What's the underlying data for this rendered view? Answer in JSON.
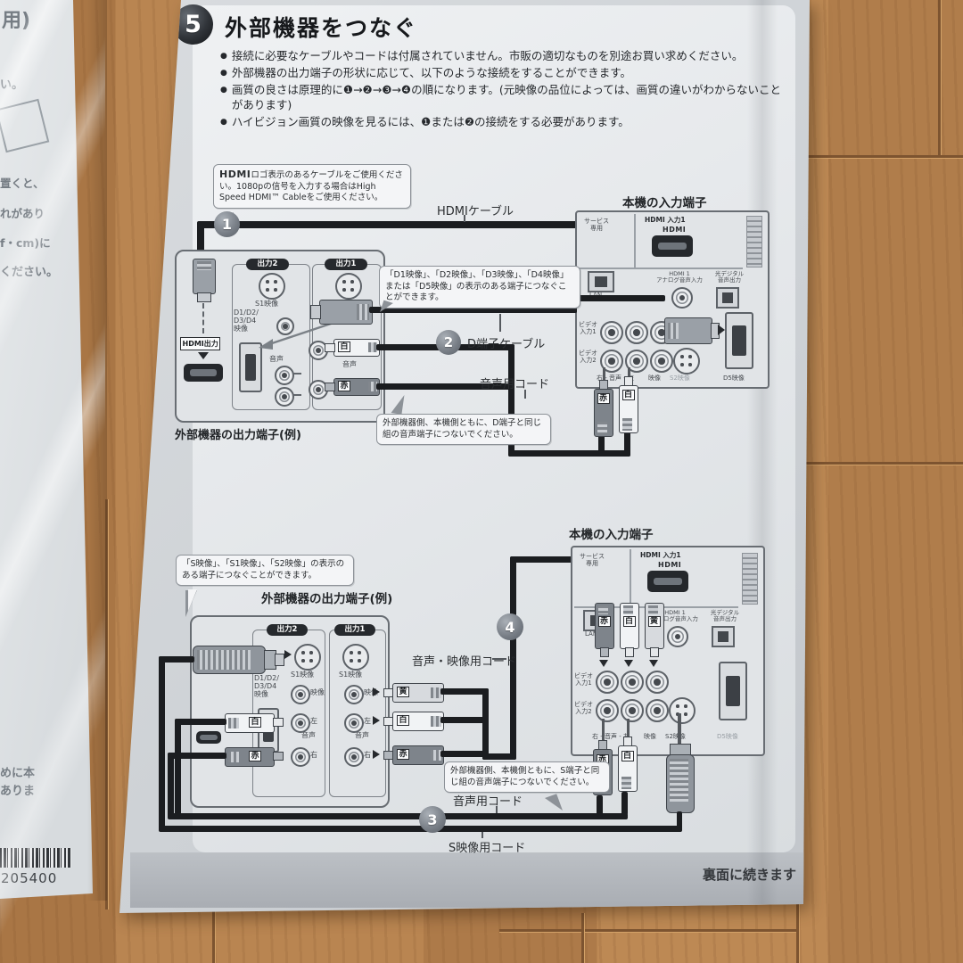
{
  "page": {
    "step": "5",
    "title": "外部機器をつなぐ",
    "footer": "裏面に続きます",
    "bullets": [
      "接続に必要なケーブルやコードは付属されていません。市販の適切なものを別途お買い求めください。",
      "外部機器の出力端子の形状に応じて、以下のような接続をすることができます。",
      "画質の良さは原理的に❶→❷→❸→❹の順になります。(元映像の品位によっては、画質の違いがわからないことがあります)",
      "ハイビジョン画質の映像を見るには、❶または❷の接続をする必要があります。"
    ]
  },
  "steps": {
    "s1": "1",
    "s2": "2",
    "s3": "3",
    "s4": "4"
  },
  "titles": {
    "tv_input": "本機の入力端子",
    "device_output": "外部機器の出力端子(例)"
  },
  "notes": {
    "hdmi_logo": "HDMI",
    "hdmi_rest": "ロゴ表示のあるケーブルをご使用ください。1080pの信号を入力する場合はHigh Speed HDMI™ Cableをご使用ください。",
    "d_callout": "「D1映像」、「D2映像」、「D3映像」、「D4映像」または「D5映像」の表示のある端子につなぐことができます。",
    "d_audio": "外部機器側、本機側ともに、D端子と同じ組の音声端子につないでください。",
    "s_callout": "「S映像」、「S1映像」、「S2映像」の表示のある端子につなぐことができます。",
    "s_audio": "外部機器側、本機側ともに、S端子と同じ組の音声端子につないでください。"
  },
  "cords": {
    "hdmi": "HDMIケーブル",
    "d": "D端子ケーブル",
    "audio": "音声用コード",
    "av": "音声・映像用コード",
    "s": "S映像用コード"
  },
  "device": {
    "out2": "出力2",
    "out1": "出力1",
    "s1": "S1映像",
    "dgroup": "D1/D2/\nD3/D4\n映像",
    "hdmi_out": "HDMI出力",
    "video": "映像",
    "audio": "音声",
    "left": "左",
    "right": "右"
  },
  "tv": {
    "service": "サービス\n専用",
    "hdmi_in": "HDMI 入力1",
    "hdmi_logo": "HDMI",
    "lan": "LAN",
    "analog": "HDMI 1\nアナログ音声入力",
    "optical": "光デジタル\n音声出力",
    "vin1": "ビデオ\n入力1",
    "vin2": "ビデオ\n入力2",
    "row": "右 - 音声 - 左",
    "video": "映像",
    "s2": "S2映像",
    "d5": "D5映像"
  },
  "plugs": {
    "red": "赤",
    "white": "白",
    "yellow": "黄"
  },
  "left_sheet": {
    "f1": "用)",
    "f2": "い。",
    "f3": "置くと、",
    "f4": "れがあり",
    "f5": "f・cm)に",
    "f6": "ください。",
    "f7": "めに本",
    "f8": "ありま",
    "barcode": "205400"
  }
}
